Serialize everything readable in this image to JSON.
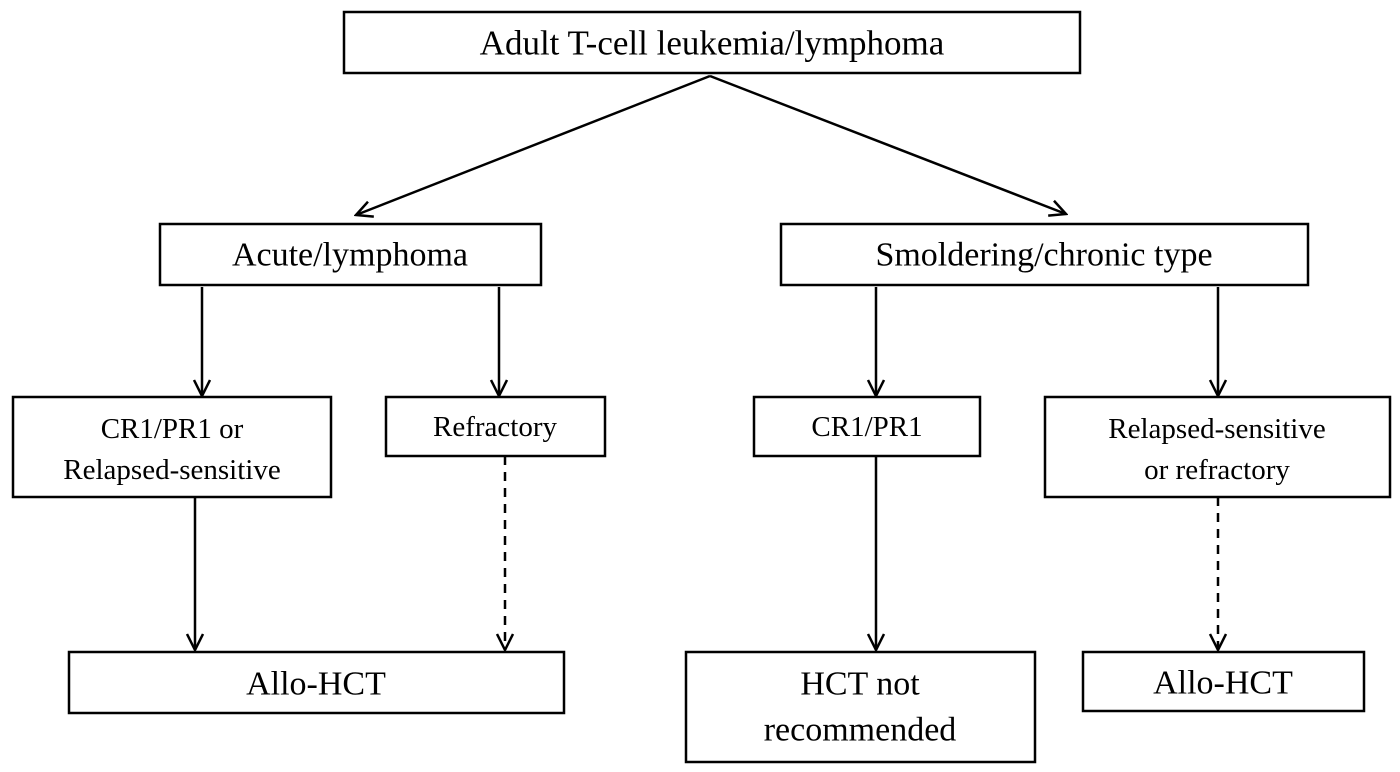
{
  "title": "Adult T-cell leukemia/lymphoma",
  "subtypes": {
    "acute": "Acute/lymphoma",
    "smoldering": "Smoldering/chronic type"
  },
  "status": {
    "acute_responsive": [
      "CR1/PR1 or",
      "Relapsed-sensitive"
    ],
    "acute_refractory": [
      "Refractory"
    ],
    "smoldering_responsive": [
      "CR1/PR1"
    ],
    "smoldering_relapsed": [
      "Relapsed-sensitive",
      "or refractory"
    ]
  },
  "outcomes": {
    "acute": [
      "Allo-HCT"
    ],
    "smoldering_not": [
      "HCT not",
      "recommended"
    ],
    "smoldering_allo": [
      "Allo-HCT"
    ]
  },
  "edges": [
    {
      "from": "title",
      "to": "acute",
      "style": "solid"
    },
    {
      "from": "title",
      "to": "smoldering",
      "style": "solid"
    },
    {
      "from": "acute",
      "to": "acute_responsive",
      "style": "solid"
    },
    {
      "from": "acute",
      "to": "acute_refractory",
      "style": "solid"
    },
    {
      "from": "smoldering",
      "to": "smoldering_responsive",
      "style": "solid"
    },
    {
      "from": "smoldering",
      "to": "smoldering_relapsed",
      "style": "solid"
    },
    {
      "from": "acute_responsive",
      "to": "outcome_acute",
      "style": "solid"
    },
    {
      "from": "acute_refractory",
      "to": "outcome_acute",
      "style": "dashed"
    },
    {
      "from": "smoldering_responsive",
      "to": "outcome_smoldering_not",
      "style": "solid"
    },
    {
      "from": "smoldering_relapsed",
      "to": "outcome_smoldering_allo",
      "style": "dashed"
    }
  ]
}
